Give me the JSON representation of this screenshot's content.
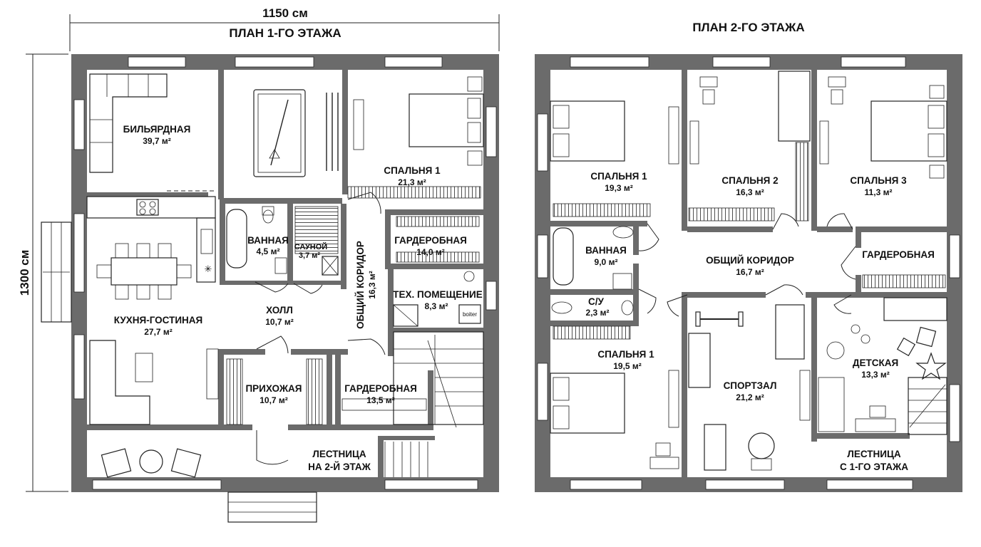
{
  "dimensions": {
    "width": "1150 см",
    "height": "1300 см"
  },
  "floor1": {
    "title": "ПЛАН 1-ГО ЭТАЖА",
    "rooms": {
      "billiard": {
        "name": "БИЛЬЯРДНАЯ",
        "area": "39,7 м²"
      },
      "bedroom1": {
        "name": "СПАЛЬНЯ 1",
        "area": "21,3 м²"
      },
      "kitchen": {
        "name": "КУХНЯ-ГОСТИНАЯ",
        "area": "27,7 м²"
      },
      "bath": {
        "name": "ВАННАЯ",
        "area": "4,5 м²"
      },
      "sauna": {
        "name": "САУНОЙ",
        "area": "3,7 м²"
      },
      "corridor": {
        "name": "ОБЩИЙ КОРИДОР",
        "area": "16,3 м²"
      },
      "wardrobe1": {
        "name": "ГАРДЕРОБНАЯ",
        "area": "14,0 м²"
      },
      "tech": {
        "name": "ТЕХ. ПОМЕЩЕНИЕ",
        "area": "8,3 м²",
        "boiler": "boiter"
      },
      "hall": {
        "name": "ХОЛЛ",
        "area": "10,7 м²"
      },
      "entry": {
        "name": "ПРИХОЖАЯ",
        "area": "10,7 м²"
      },
      "wardrobe2": {
        "name": "ГАРДЕРОБНАЯ",
        "area": "13,5 м²"
      },
      "stairs": {
        "line1": "ЛЕСТНИЦА",
        "line2": "НА 2-Й ЭТАЖ"
      }
    }
  },
  "floor2": {
    "title": "ПЛАН 2-ГО ЭТАЖА",
    "rooms": {
      "bedroom1": {
        "name": "СПАЛЬНЯ 1",
        "area": "19,3 м²"
      },
      "bedroom2": {
        "name": "СПАЛЬНЯ 2",
        "area": "16,3 м²"
      },
      "bedroom3": {
        "name": "СПАЛЬНЯ 3",
        "area": "11,3 м²"
      },
      "bath": {
        "name": "ВАННАЯ",
        "area": "9,0 м²"
      },
      "corridor": {
        "name": "ОБЩИЙ КОРИДОР",
        "area": "16,7 м²"
      },
      "wardrobe": {
        "name": "ГАРДЕРОБНАЯ"
      },
      "wc": {
        "name": "С/У",
        "area": "2,3 м²"
      },
      "bedroom4": {
        "name": "СПАЛЬНЯ 1",
        "area": "19,5 м²"
      },
      "gym": {
        "name": "СПОРТЗАЛ",
        "area": "21,2 м²"
      },
      "kids": {
        "name": "ДЕТСКАЯ",
        "area": "13,3 м²"
      },
      "stairs": {
        "line1": "ЛЕСТНИЦА",
        "line2": "С 1-ГО ЭТАЖА"
      }
    }
  }
}
